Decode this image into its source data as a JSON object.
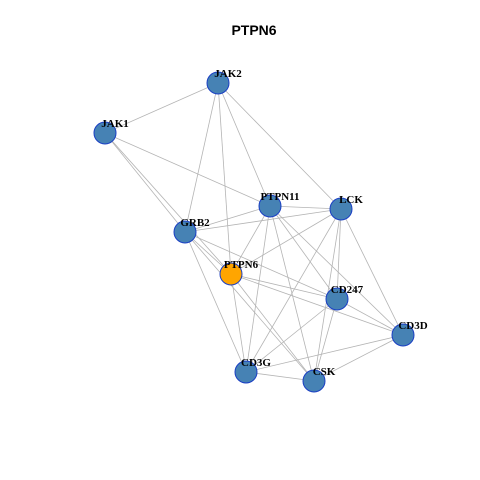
{
  "title": "PTPN6",
  "colors": {
    "node_default": "#4682B4",
    "node_focus": "#FFA500",
    "node_border": "#1A3FC4",
    "edge": "#B4B4B4"
  },
  "nodes": [
    {
      "id": "JAK2",
      "label": "JAK2",
      "focus": false
    },
    {
      "id": "JAK1",
      "label": "JAK1",
      "focus": false
    },
    {
      "id": "PTPN11",
      "label": "PTPN11",
      "focus": false
    },
    {
      "id": "LCK",
      "label": "LCK",
      "focus": false
    },
    {
      "id": "GRB2",
      "label": "GRB2",
      "focus": false
    },
    {
      "id": "PTPN6",
      "label": "PTPN6",
      "focus": true
    },
    {
      "id": "CD247",
      "label": "CD247",
      "focus": false
    },
    {
      "id": "CD3D",
      "label": "CD3D",
      "focus": false
    },
    {
      "id": "CD3G",
      "label": "CD3G",
      "focus": false
    },
    {
      "id": "CSK",
      "label": "CSK",
      "focus": false
    }
  ],
  "edges": [
    [
      "JAK2",
      "JAK1"
    ],
    [
      "JAK2",
      "GRB2"
    ],
    [
      "JAK2",
      "PTPN6"
    ],
    [
      "JAK2",
      "PTPN11"
    ],
    [
      "JAK2",
      "LCK"
    ],
    [
      "JAK1",
      "GRB2"
    ],
    [
      "JAK1",
      "PTPN6"
    ],
    [
      "JAK1",
      "PTPN11"
    ],
    [
      "GRB2",
      "PTPN11"
    ],
    [
      "GRB2",
      "LCK"
    ],
    [
      "GRB2",
      "PTPN6"
    ],
    [
      "GRB2",
      "CD247"
    ],
    [
      "GRB2",
      "CD3G"
    ],
    [
      "GRB2",
      "CSK"
    ],
    [
      "PTPN11",
      "LCK"
    ],
    [
      "PTPN11",
      "PTPN6"
    ],
    [
      "PTPN11",
      "CD247"
    ],
    [
      "PTPN11",
      "CD3D"
    ],
    [
      "PTPN11",
      "CD3G"
    ],
    [
      "PTPN11",
      "CSK"
    ],
    [
      "LCK",
      "PTPN6"
    ],
    [
      "LCK",
      "CD247"
    ],
    [
      "LCK",
      "CD3D"
    ],
    [
      "LCK",
      "CD3G"
    ],
    [
      "LCK",
      "CSK"
    ],
    [
      "PTPN6",
      "CD247"
    ],
    [
      "PTPN6",
      "CD3D"
    ],
    [
      "PTPN6",
      "CD3G"
    ],
    [
      "PTPN6",
      "CSK"
    ],
    [
      "CD247",
      "CD3D"
    ],
    [
      "CD247",
      "CD3G"
    ],
    [
      "CD247",
      "CSK"
    ],
    [
      "CD3D",
      "CD3G"
    ],
    [
      "CD3D",
      "CSK"
    ],
    [
      "CD3G",
      "CSK"
    ]
  ]
}
